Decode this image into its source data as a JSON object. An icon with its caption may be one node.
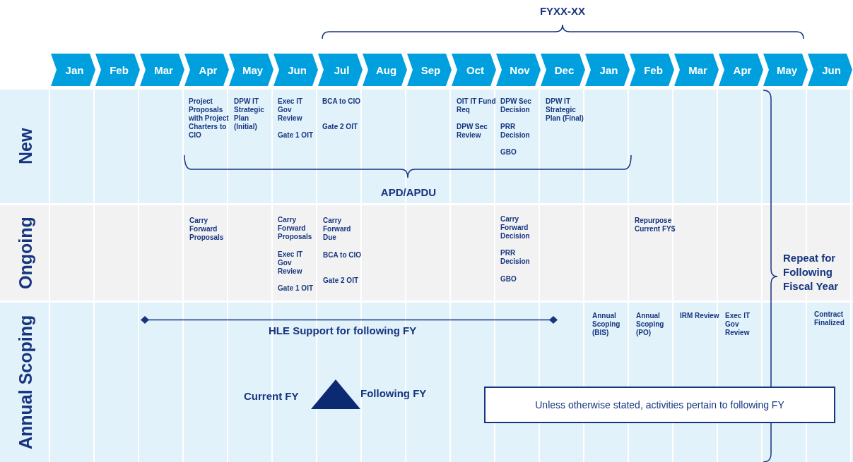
{
  "diagram": {
    "nodes": [
      {
        "text": [
          "Jan"
        ]
      },
      {
        "text": [
          "Feb"
        ]
      },
      {
        "text": [
          "Mar"
        ]
      },
      {
        "text": [
          "Apr"
        ]
      },
      {
        "text": [
          "May"
        ]
      },
      {
        "text": [
          "Jun"
        ]
      },
      {
        "text": [
          "Jul"
        ]
      },
      {
        "text": [
          "Aug"
        ]
      },
      {
        "text": [
          "Sep"
        ]
      },
      {
        "text": [
          "Oct"
        ]
      },
      {
        "text": [
          "Nov"
        ]
      },
      {
        "text": [
          "Dec"
        ]
      },
      {
        "text": [
          "Jan"
        ]
      },
      {
        "text": [
          "Feb"
        ]
      },
      {
        "text": [
          "Mar"
        ]
      },
      {
        "text": [
          "Apr"
        ]
      },
      {
        "text": [
          "May"
        ]
      },
      {
        "text": [
          "Jun"
        ]
      },
      {
        "text": [
          "New"
        ]
      },
      {
        "text": [
          "Ongoing"
        ]
      },
      {
        "text": [
          "Annual Scoping"
        ]
      },
      {
        "text": [
          "Unless otherwise stated, activities pertain to following FY"
        ],
        "in": 20
      }
    ],
    "labels": [
      "FYXX-XX",
      "Project Proposals with Project Charters to CIO",
      "DPW IT Strategic Plan (Initial)",
      "Exec IT Gov Review",
      "Gate 1 OIT",
      "BCA to CIO",
      "Gate 2 OIT",
      "OIT IT Fund Req",
      "DPW Sec Review",
      "DPW Sec Decision",
      "PRR Decision",
      "GBO",
      "DPW IT Strategic Plan (Final)",
      "APD/APDU",
      "Carry Forward Proposals",
      "Carry Forward Proposals",
      "Exec IT Gov Review",
      "Gate 1 OIT",
      "Carry Forward Due",
      "BCA to CIO",
      "Gate 2 OIT",
      "Carry Forward Decision",
      "PRR Decision",
      "GBO",
      "Repurpose Current FY$",
      "Repeat for Following Fiscal Year",
      "Annual Scoping (BIS)",
      "Annual Scoping (PO)",
      "IRM Review",
      "Exec IT Gov Review",
      "Contract Finalized",
      "HLE Support for following FY",
      "Current FY",
      "Following FY"
    ]
  }
}
